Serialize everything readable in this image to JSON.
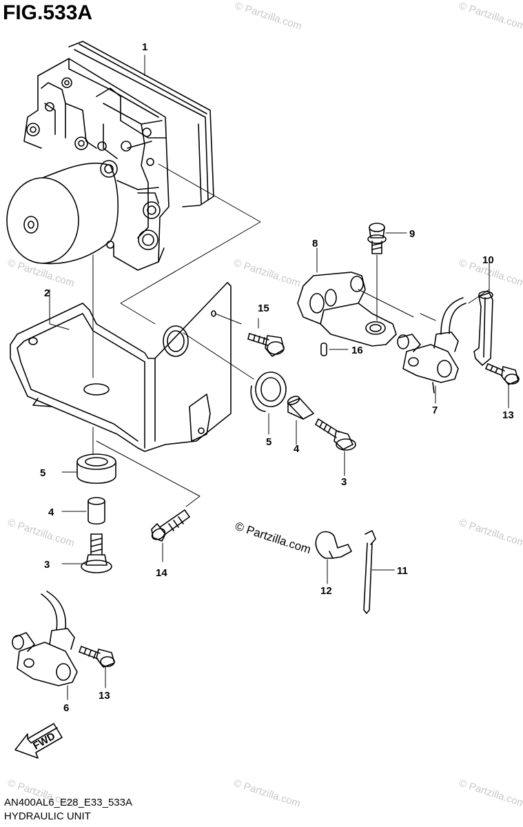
{
  "figure": {
    "title": "FIG.533A",
    "code": "AN400AL6_E28_E33_533A",
    "name": "HYDRAULIC UNIT"
  },
  "watermark": {
    "text": "© Partzilla.com"
  },
  "direction": {
    "label": "FWD"
  },
  "callouts": {
    "c1": "1",
    "c2": "2",
    "c3a": "3",
    "c3b": "3",
    "c4a": "4",
    "c4b": "4",
    "c5a": "5",
    "c5b": "5",
    "c6": "6",
    "c7": "7",
    "c8": "8",
    "c9": "9",
    "c10": "10",
    "c11": "11",
    "c12": "12",
    "c13a": "13",
    "c13b": "13",
    "c14": "14",
    "c15": "15",
    "c16": "16"
  },
  "colors": {
    "line": "#000000",
    "watermark": "#c8c8c8",
    "background": "#ffffff"
  }
}
